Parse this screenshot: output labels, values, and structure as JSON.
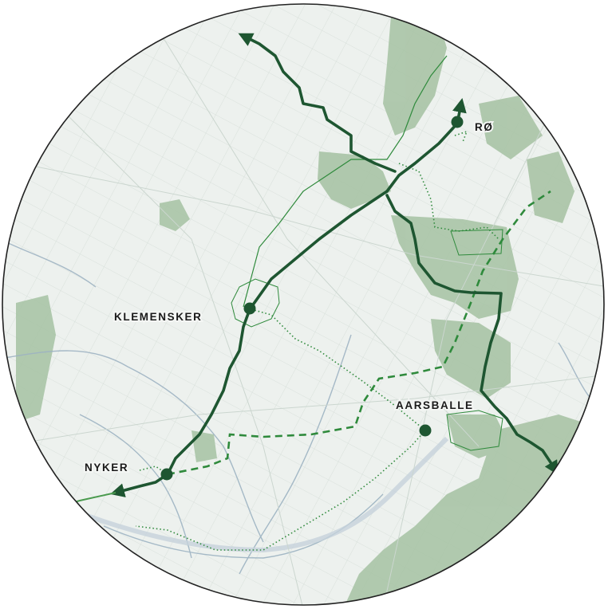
{
  "towns": [
    {
      "id": "ro",
      "label": "RØ"
    },
    {
      "id": "klemensker",
      "label": "KLEMENSKER"
    },
    {
      "id": "aarsballe",
      "label": "AARSBALLE"
    },
    {
      "id": "nyker",
      "label": "NYKER"
    }
  ],
  "colors": {
    "route_main": "#1e5631",
    "route_secondary": "#2f8a3c",
    "forest": "#a9c4a6",
    "forest_dark": "#8fb08c",
    "water": "#c9d5dc",
    "stream": "#8fa8b8",
    "base": "#edf1ee",
    "circle_edge": "#222222"
  },
  "icons": {
    "town_marker": "filled-circle-icon",
    "route_end": "arrow-head-icon"
  }
}
